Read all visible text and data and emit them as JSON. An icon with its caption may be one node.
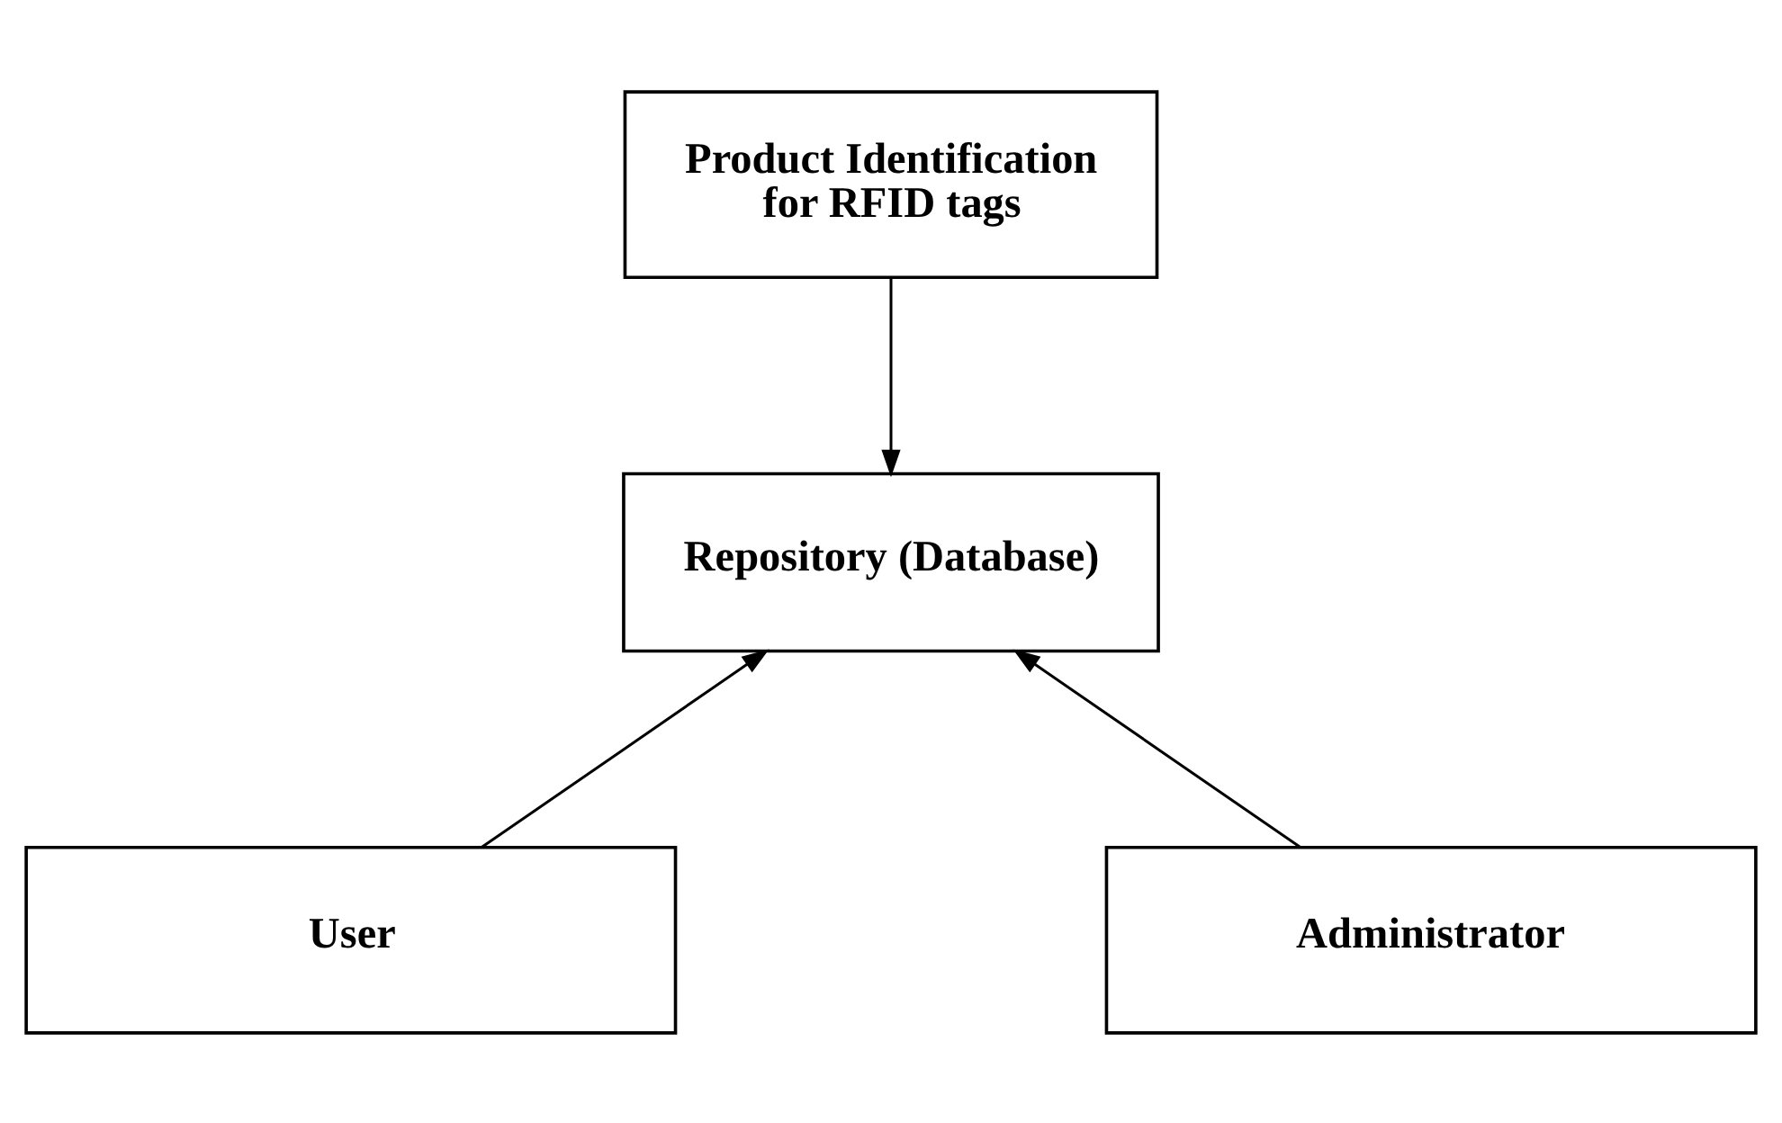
{
  "diagram": {
    "nodes": [
      {
        "text": [
          "Product Identification for RFID tags"
        ]
      },
      {
        "text": [
          "Repository (Database)"
        ]
      },
      {
        "text": [
          "User"
        ]
      },
      {
        "text": [
          "Administrator"
        ]
      }
    ],
    "edges": [
      {
        "from": 0,
        "to": 1,
        "arrow": "to"
      },
      {
        "from": 2,
        "to": 1,
        "arrow": "to"
      },
      {
        "from": 3,
        "to": 1,
        "arrow": "to"
      }
    ]
  }
}
